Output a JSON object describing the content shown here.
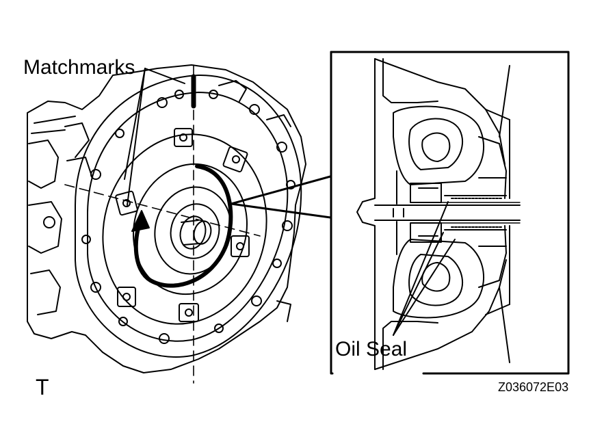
{
  "figure": {
    "labels": {
      "matchmarks": "Matchmarks",
      "oil_seal": "Oil Seal",
      "view_letter": "T",
      "figure_code": "Z036072E03"
    },
    "colors": {
      "ink": "#000000",
      "paper": "#ffffff"
    }
  }
}
